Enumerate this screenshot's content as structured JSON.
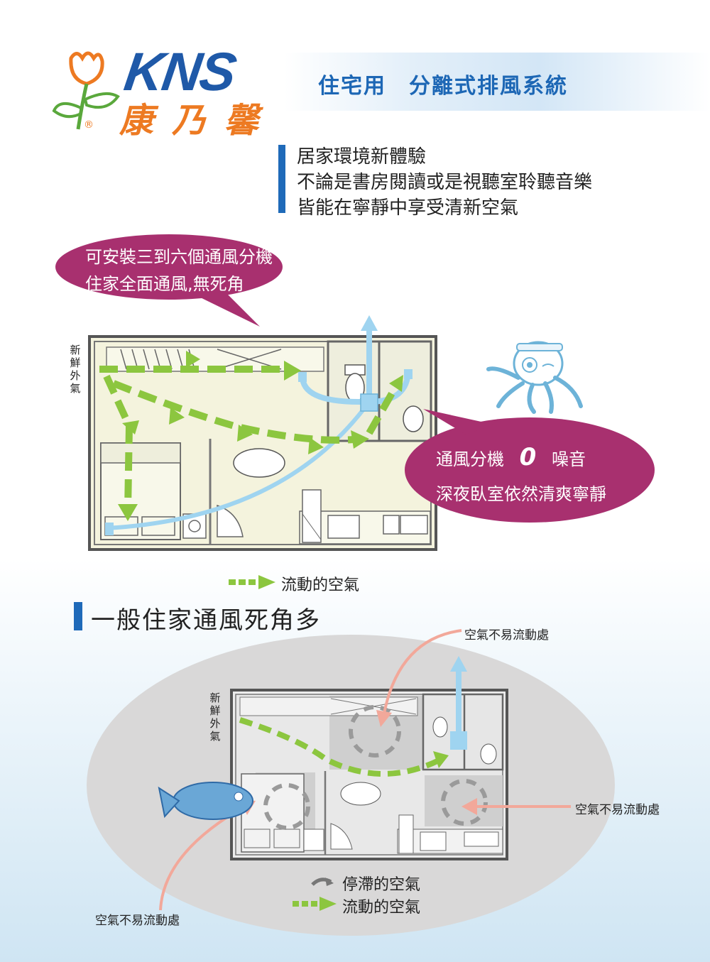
{
  "brand": {
    "logo_latin": "KNS",
    "logo_cn": "康乃馨",
    "registered": "®",
    "title": "住宅用　分離式排風系統"
  },
  "intro": {
    "lines": [
      "居家環境新體驗",
      "不論是書房閱讀或是視聽室聆聽音樂",
      "皆能在寧靜中享受清新空氣"
    ]
  },
  "bubble_top": {
    "lines": [
      "可安裝三到六個通風分機",
      "住家全面通風,無死角"
    ]
  },
  "bubble_right": {
    "line1_a": "通風分機",
    "line1_zero": "0",
    "line1_b": "噪音",
    "line2": "深夜臥室依然清爽寧靜"
  },
  "plan_top": {
    "fresh_air_label": [
      "新",
      "鮮",
      "外",
      "氣"
    ]
  },
  "legend_top": {
    "flowing_air": "流動的空氣"
  },
  "section2": {
    "title": "一般住家通風死角多",
    "callouts": {
      "top": "空氣不易流動處",
      "right": "空氣不易流動處",
      "bottom_left": "空氣不易流動處"
    },
    "fresh_air_label": [
      "新",
      "鮮",
      "外",
      "氣"
    ],
    "legend": {
      "stagnant_air": "停滯的空氣",
      "flowing_air": "流動的空氣"
    }
  },
  "colors": {
    "brand_blue": "#1f59a8",
    "brand_orange": "#ed7a22",
    "bubble_magenta": "#a8306f",
    "flow_green": "#8cc63f",
    "duct_blue": "#9fd4f0",
    "floor_cream": "#f4f3dd",
    "salmon_arrow": "#f2a89a"
  }
}
